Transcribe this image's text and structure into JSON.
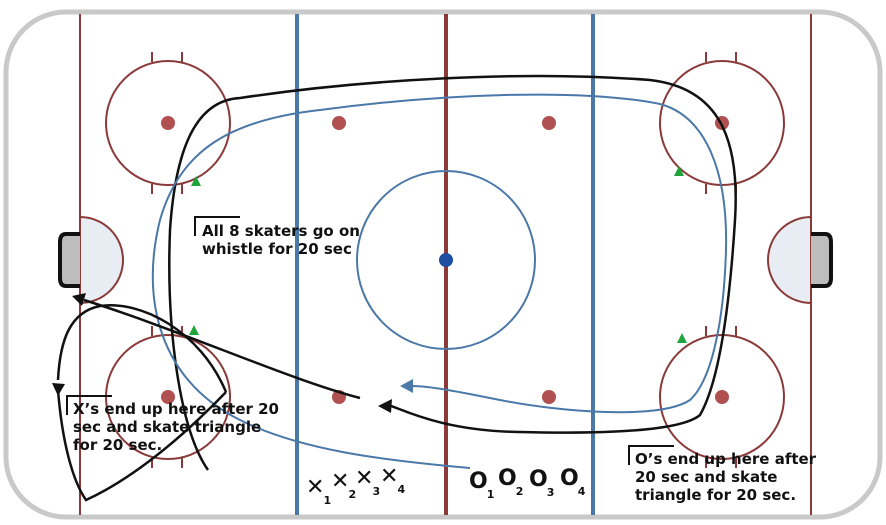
{
  "notes": {
    "all_skaters": [
      "All 8 skaters go on",
      "whistle for 20 sec"
    ],
    "x_end": [
      "X’s end up here after 20",
      "sec and skate triangle",
      "for 20 sec."
    ],
    "o_end": [
      "O’s end up here after",
      "20 sec and skate",
      "triangle for 20 sec."
    ]
  },
  "x_players": [
    {
      "symbol": "✕",
      "number": "1"
    },
    {
      "symbol": "✕",
      "number": "2"
    },
    {
      "symbol": "✕",
      "number": "3"
    },
    {
      "symbol": "✕",
      "number": "4"
    }
  ],
  "o_players": [
    {
      "symbol": "O",
      "number": "1"
    },
    {
      "symbol": "O",
      "number": "2"
    },
    {
      "symbol": "O",
      "number": "3"
    },
    {
      "symbol": "O",
      "number": "4"
    }
  ],
  "colors": {
    "red_line": "#8b3a3a",
    "blue_line": "#4a78a8",
    "center_dot": "#1f4fa0",
    "crease": "#e8edf4",
    "cone": "#1fa33b",
    "x_path": "#111111",
    "o_path": "#4a78a8"
  }
}
